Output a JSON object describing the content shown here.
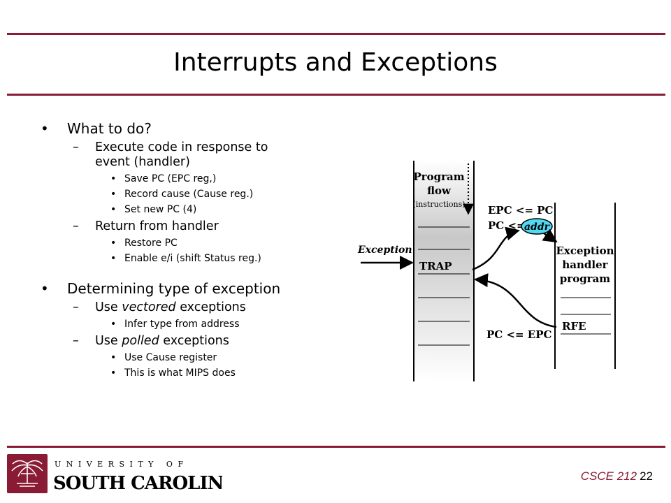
{
  "slide": {
    "title": "Interrupts and Exceptions",
    "bullets": [
      {
        "text": "What to do?",
        "children": [
          {
            "text": "Execute code in response to event (handler)",
            "children": [
              "Save PC (EPC reg,)",
              "Record cause (Cause reg.)",
              "Set new PC (4)"
            ]
          },
          {
            "text": "Return from handler",
            "children": [
              "Restore PC",
              "Enable e/i (shift Status reg.)"
            ]
          }
        ]
      },
      {
        "text": "Determining type of exception",
        "children": [
          {
            "prefix": "Use ",
            "em": "vectored",
            "suffix": " exceptions",
            "children": [
              "Infer type from address"
            ]
          },
          {
            "prefix": "Use ",
            "em": "polled",
            "suffix": " exceptions",
            "children": [
              "Use Cause register",
              "This is what MIPS does"
            ]
          }
        ]
      }
    ]
  },
  "diagram": {
    "program_flow_title_1": "Program",
    "program_flow_title_2": "flow",
    "program_flow_subtitle": "(instructions)",
    "exception_label": "Exception",
    "trap_label": "TRAP",
    "epc_assign": "EPC <= PC",
    "pc_assign_prefix": "PC <=",
    "addr_label": "addr",
    "handler_title_1": "Exception",
    "handler_title_2": "handler",
    "handler_title_3": "program",
    "rfe_label": "RFE",
    "pc_restore": "PC <= EPC"
  },
  "footer": {
    "course": "CSCE 212",
    "page_number": "22",
    "logo_line1": "U N I V E R S I T Y   O F",
    "logo_line2": "SOUTH CAROLINA."
  },
  "colors": {
    "accent": "#8a1b35",
    "addr_fill": "#4fd9f2"
  }
}
